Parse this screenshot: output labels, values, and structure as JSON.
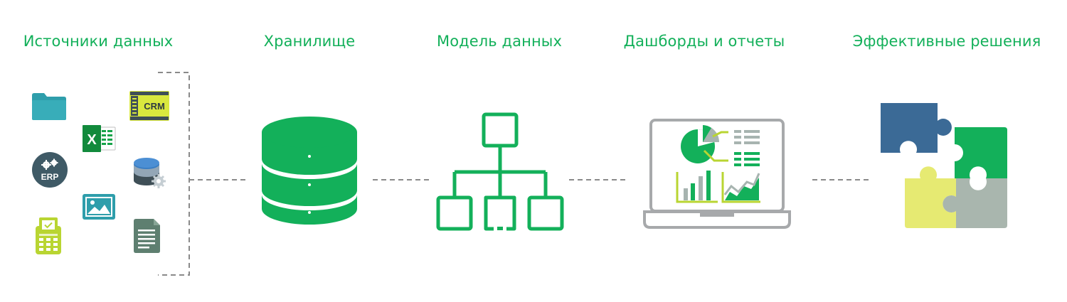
{
  "stages": [
    {
      "title": "Источники данных"
    },
    {
      "title": "Хранилище"
    },
    {
      "title": "Модель данных"
    },
    {
      "title": "Дашборды и отчеты"
    },
    {
      "title": "Эффективные решения"
    }
  ],
  "sources": {
    "crm_label": "CRM",
    "erp_label": "ERP",
    "excel_label": "X"
  },
  "colors": {
    "brand_green": "#13b05a",
    "teal": "#2e9eab",
    "lime": "#b9d532",
    "dark_slate": "#3f5a66",
    "puzzle_blue": "#3b6a96",
    "puzzle_yellow": "#e6ea72",
    "puzzle_gray": "#a9b6ae",
    "connector_gray": "#8a8a8a"
  }
}
